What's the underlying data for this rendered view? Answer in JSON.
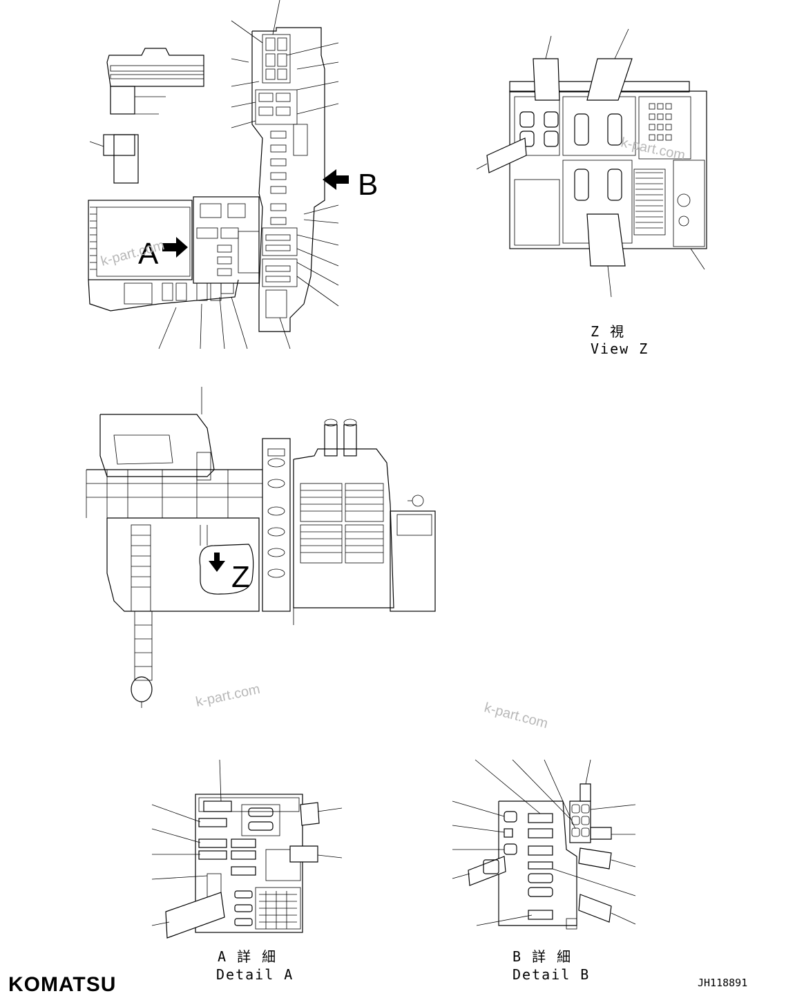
{
  "drawing": {
    "view_labels": {
      "arrow_b": "B",
      "detail_a_marker": "A",
      "view_z_marker": "Z"
    },
    "captions": {
      "view_z_jp": "Z 視",
      "view_z_en": "View Z",
      "detail_a_jp": "A 詳 細",
      "detail_a_en": "Detail A",
      "detail_b_jp": "B 詳 細",
      "detail_b_en": "Detail B"
    },
    "watermark": "k-part.com",
    "document_number": "JH118891",
    "brand": "KOMATSU"
  }
}
